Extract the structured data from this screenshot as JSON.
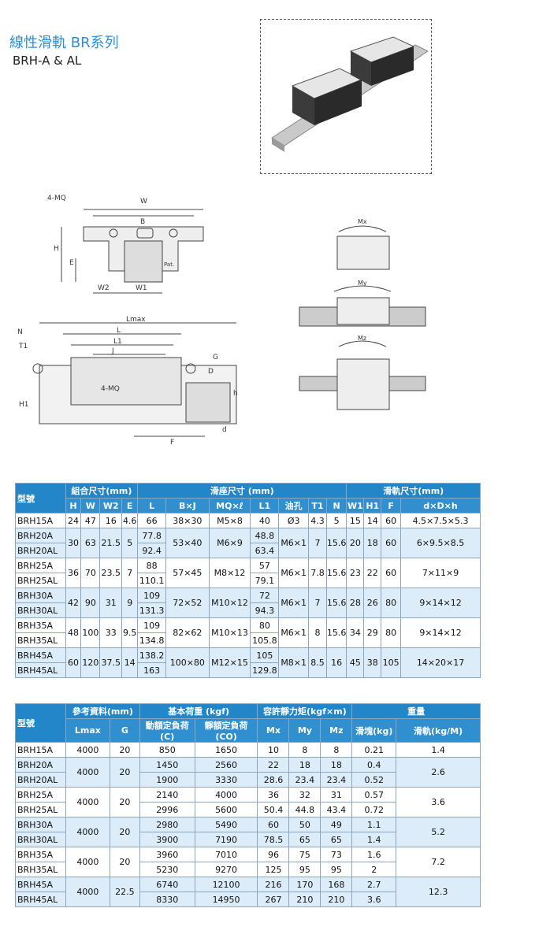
{
  "header": {
    "title": "線性滑軌 BR系列",
    "subtitle": "BRH-A & AL"
  },
  "diagram_labels": {
    "front": [
      "4-MQ",
      "W",
      "B",
      "H",
      "E",
      "W2",
      "W1",
      "Pat."
    ],
    "side": [
      "Lmax",
      "N",
      "L",
      "L1",
      "T1",
      "J",
      "G",
      "D",
      "4-MQ",
      "H1",
      "h",
      "d",
      "F"
    ],
    "moments": [
      "Mx",
      "My",
      "Mz"
    ]
  },
  "table1": {
    "group_headers": {
      "model": "型號",
      "assembly": "組合尺寸(mm)",
      "block": "滑座尺寸 (mm)",
      "rail": "滑軌尺寸(mm)"
    },
    "columns": [
      "H",
      "W",
      "W2",
      "E",
      "L",
      "B×J",
      "MQ×ℓ",
      "L1",
      "油孔",
      "T1",
      "N",
      "W1",
      "H1",
      "F",
      "d×D×h"
    ],
    "groups": [
      {
        "models": [
          "BRH15A"
        ],
        "H": "24",
        "W": "47",
        "W2": "16",
        "E": "4.6",
        "L": [
          "66"
        ],
        "BJ": "38×30",
        "MQ": "M5×8",
        "L1": [
          "40"
        ],
        "oil": "Ø3",
        "T1": "4.3",
        "N": "5",
        "W1": "15",
        "H1": "14",
        "F": "60",
        "dDh": "4.5×7.5×5.3"
      },
      {
        "models": [
          "BRH20A",
          "BRH20AL"
        ],
        "H": "30",
        "W": "63",
        "W2": "21.5",
        "E": "5",
        "L": [
          "77.8",
          "92.4"
        ],
        "BJ": "53×40",
        "MQ": "M6×9",
        "L1": [
          "48.8",
          "63.4"
        ],
        "oil": "M6×1",
        "T1": "7",
        "N": "15.6",
        "W1": "20",
        "H1": "18",
        "F": "60",
        "dDh": "6×9.5×8.5"
      },
      {
        "models": [
          "BRH25A",
          "BRH25AL"
        ],
        "H": "36",
        "W": "70",
        "W2": "23.5",
        "E": "7",
        "L": [
          "88",
          "110.1"
        ],
        "BJ": "57×45",
        "MQ": "M8×12",
        "L1": [
          "57",
          "79.1"
        ],
        "oil": "M6×1",
        "T1": "7.8",
        "N": "15.6",
        "W1": "23",
        "H1": "22",
        "F": "60",
        "dDh": "7×11×9"
      },
      {
        "models": [
          "BRH30A",
          "BRH30AL"
        ],
        "H": "42",
        "W": "90",
        "W2": "31",
        "E": "9",
        "L": [
          "109",
          "131.3"
        ],
        "BJ": "72×52",
        "MQ": "M10×12",
        "L1": [
          "72",
          "94.3"
        ],
        "oil": "M6×1",
        "T1": "7",
        "N": "15.6",
        "W1": "28",
        "H1": "26",
        "F": "80",
        "dDh": "9×14×12"
      },
      {
        "models": [
          "BRH35A",
          "BRH35AL"
        ],
        "H": "48",
        "W": "100",
        "W2": "33",
        "E": "9.5",
        "L": [
          "109",
          "134.8"
        ],
        "BJ": "82×62",
        "MQ": "M10×13",
        "L1": [
          "80",
          "105.8"
        ],
        "oil": "M6×1",
        "T1": "8",
        "N": "15.6",
        "W1": "34",
        "H1": "29",
        "F": "80",
        "dDh": "9×14×12"
      },
      {
        "models": [
          "BRH45A",
          "BRH45AL"
        ],
        "H": "60",
        "W": "120",
        "W2": "37.5",
        "E": "14",
        "L": [
          "138.2",
          "163"
        ],
        "BJ": "100×80",
        "MQ": "M12×15",
        "L1": [
          "105",
          "129.8"
        ],
        "oil": "M8×1",
        "T1": "8.5",
        "N": "16",
        "W1": "45",
        "H1": "38",
        "F": "105",
        "dDh": "14×20×17"
      }
    ]
  },
  "table2": {
    "group_headers": {
      "model": "型號",
      "ref": "參考資料(mm)",
      "load": "基本荷重 (kgf)",
      "moment": "容許靜力矩(kgf×m)",
      "weight": "重量"
    },
    "columns": [
      "Lmax",
      "G",
      "動額定負荷(C)",
      "靜額定負荷(CO)",
      "Mx",
      "My",
      "Mz",
      "滑塊(kg)",
      "滑軌(kg/M)"
    ],
    "groups": [
      {
        "models": [
          "BRH15A"
        ],
        "Lmax": "4000",
        "G": "20",
        "C": [
          "850"
        ],
        "CO": [
          "1650"
        ],
        "Mx": [
          "10"
        ],
        "My": [
          "8"
        ],
        "Mz": [
          "8"
        ],
        "block": [
          "0.21"
        ],
        "rail": "1.4"
      },
      {
        "models": [
          "BRH20A",
          "BRH20AL"
        ],
        "Lmax": "4000",
        "G": "20",
        "C": [
          "1450",
          "1900"
        ],
        "CO": [
          "2560",
          "3330"
        ],
        "Mx": [
          "22",
          "28.6"
        ],
        "My": [
          "18",
          "23.4"
        ],
        "Mz": [
          "18",
          "23.4"
        ],
        "block": [
          "0.4",
          "0.52"
        ],
        "rail": "2.6"
      },
      {
        "models": [
          "BRH25A",
          "BRH25AL"
        ],
        "Lmax": "4000",
        "G": "20",
        "C": [
          "2140",
          "2996"
        ],
        "CO": [
          "4000",
          "5600"
        ],
        "Mx": [
          "36",
          "50.4"
        ],
        "My": [
          "32",
          "44.8"
        ],
        "Mz": [
          "31",
          "43.4"
        ],
        "block": [
          "0.57",
          "0.72"
        ],
        "rail": "3.6"
      },
      {
        "models": [
          "BRH30A",
          "BRH30AL"
        ],
        "Lmax": "4000",
        "G": "20",
        "C": [
          "2980",
          "3900"
        ],
        "CO": [
          "5490",
          "7190"
        ],
        "Mx": [
          "60",
          "78.5"
        ],
        "My": [
          "50",
          "65"
        ],
        "Mz": [
          "49",
          "65"
        ],
        "block": [
          "1.1",
          "1.4"
        ],
        "rail": "5.2"
      },
      {
        "models": [
          "BRH35A",
          "BRH35AL"
        ],
        "Lmax": "4000",
        "G": "20",
        "C": [
          "3960",
          "5230"
        ],
        "CO": [
          "7010",
          "9270"
        ],
        "Mx": [
          "96",
          "125"
        ],
        "My": [
          "75",
          "95"
        ],
        "Mz": [
          "73",
          "95"
        ],
        "block": [
          "1.6",
          "2"
        ],
        "rail": "7.2"
      },
      {
        "models": [
          "BRH45A",
          "BRH45AL"
        ],
        "Lmax": "4000",
        "G": "22.5",
        "C": [
          "6740",
          "8330"
        ],
        "CO": [
          "12100",
          "14950"
        ],
        "Mx": [
          "216",
          "267"
        ],
        "My": [
          "170",
          "210"
        ],
        "Mz": [
          "168",
          "210"
        ],
        "block": [
          "2.7",
          "3.6"
        ],
        "rail": "12.3"
      }
    ]
  }
}
